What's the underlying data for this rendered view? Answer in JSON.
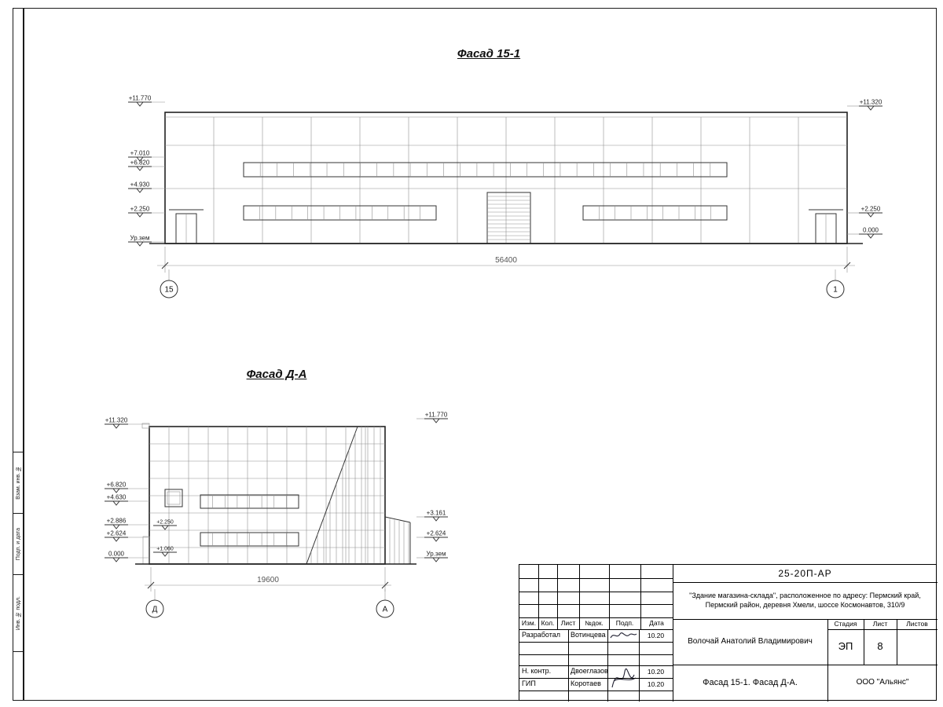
{
  "facade1": {
    "title": "Фасад 15-1",
    "dimension": "56400",
    "axis_left": "15",
    "axis_right": "1",
    "marks_left": [
      "+11.770",
      "+7.010",
      "+6.820",
      "+4.930",
      "+2.250",
      "Ур.зем"
    ],
    "marks_right": [
      "+11.320",
      "+2.250",
      "0.000"
    ]
  },
  "facade2": {
    "title": "Фасад Д-А",
    "dimension": "19600",
    "axis_left": "Д",
    "axis_right": "А",
    "marks_left": [
      "+11.320",
      "+6.820",
      "+4.630",
      "+2.886",
      "+2.624",
      "0.000"
    ],
    "marks_inner": [
      "+2.250",
      "+1.060"
    ],
    "marks_right": [
      "+11.770",
      "+3.161",
      "+2.624",
      "Ур.зем"
    ]
  },
  "titleblock": {
    "doc_number": "25-20П-АР",
    "project_description": "\"Здание магазина-склада\", расположенное по адресу: Пермский край, Пермский район, деревня Хмели, шоссе Космонавтов, 310/9",
    "header": [
      "Изм.",
      "Кол.",
      "Лист",
      "№док.",
      "Подп.",
      "Дата"
    ],
    "rows": [
      {
        "role": "Разработал",
        "name": "Вотинцева",
        "date": "10.20"
      },
      {
        "role": "Н. контр.",
        "name": "Двоеглазов",
        "date": "10.20"
      },
      {
        "role": "ГИП",
        "name": "Коротаев",
        "date": "10.20"
      }
    ],
    "approver": "Волочай Анатолий Владимирович",
    "stage_label": "Стадия",
    "sheet_label": "Лист",
    "sheets_label": "Листов",
    "stage": "ЭП",
    "sheet_number": "8",
    "drawing_title": "Фасад 15-1. Фасад Д-А.",
    "company": "ООО \"Альянс\""
  },
  "side_strip": {
    "labels": [
      "Взам. инв. №",
      "Подп. и дата",
      "Инв. № подл."
    ]
  }
}
